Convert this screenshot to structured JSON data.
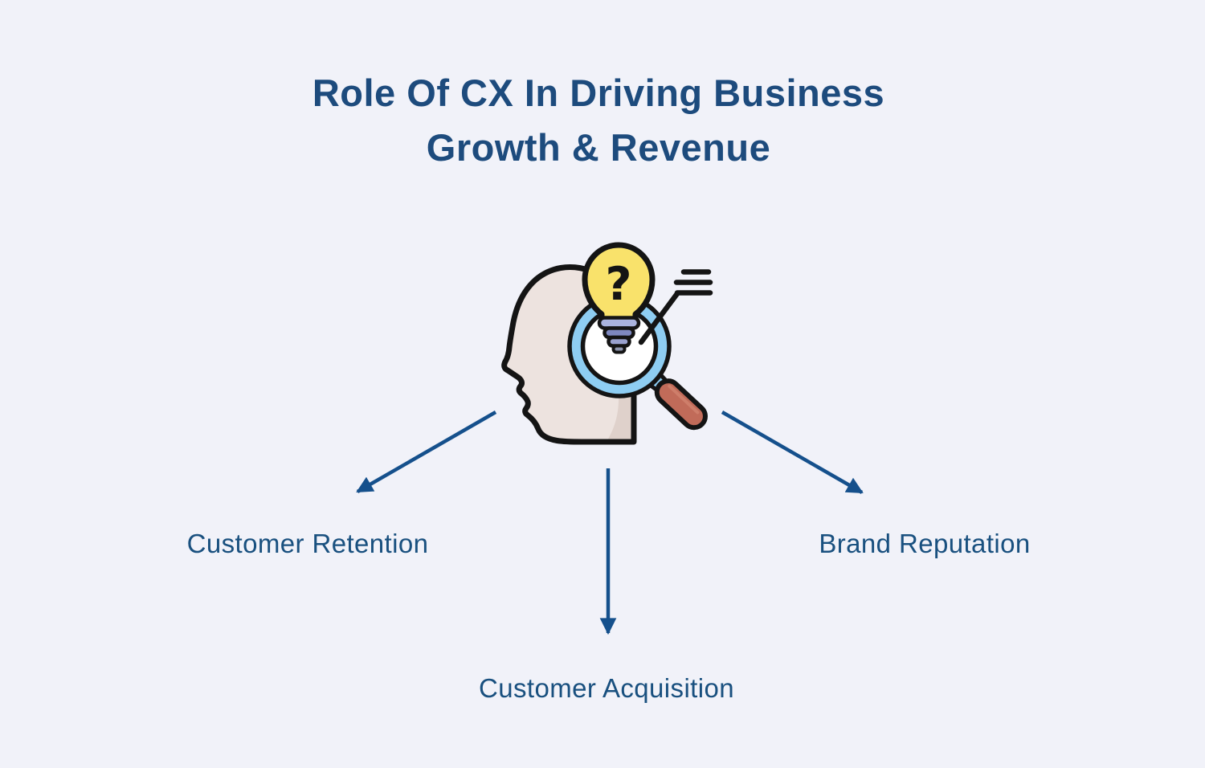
{
  "page": {
    "background_color": "#F1F2F9"
  },
  "title": {
    "line1": "Role Of CX In Driving Business",
    "line2": "Growth & Revenue",
    "full_text": "Role Of CX In Driving Business Growth & Revenue",
    "color": "#1D4B7D"
  },
  "diagram": {
    "center_icon": "head-with-lightbulb-question-mark-and-magnifying-glass",
    "icon_colors": {
      "head_fill": "#EDE3DF",
      "head_shadow": "#DFD1CB",
      "outline": "#141414",
      "bulb_yellow": "#F9E26B",
      "bulb_base_light": "#A9B3DE",
      "bulb_base_mid": "#7E88C0",
      "magnifier_ring_blue": "#8ECDF2",
      "lens_white": "#FFFFFF",
      "handle_terracotta": "#C16B59"
    },
    "arrow_color": "#15508C",
    "label_color": "#19507F",
    "nodes": [
      {
        "id": "customer-retention",
        "label": "Customer Retention",
        "position": "bottom-left"
      },
      {
        "id": "customer-acquisition",
        "label": "Customer Acquisition",
        "position": "bottom-center"
      },
      {
        "id": "brand-reputation",
        "label": "Brand Reputation",
        "position": "bottom-right"
      }
    ]
  }
}
